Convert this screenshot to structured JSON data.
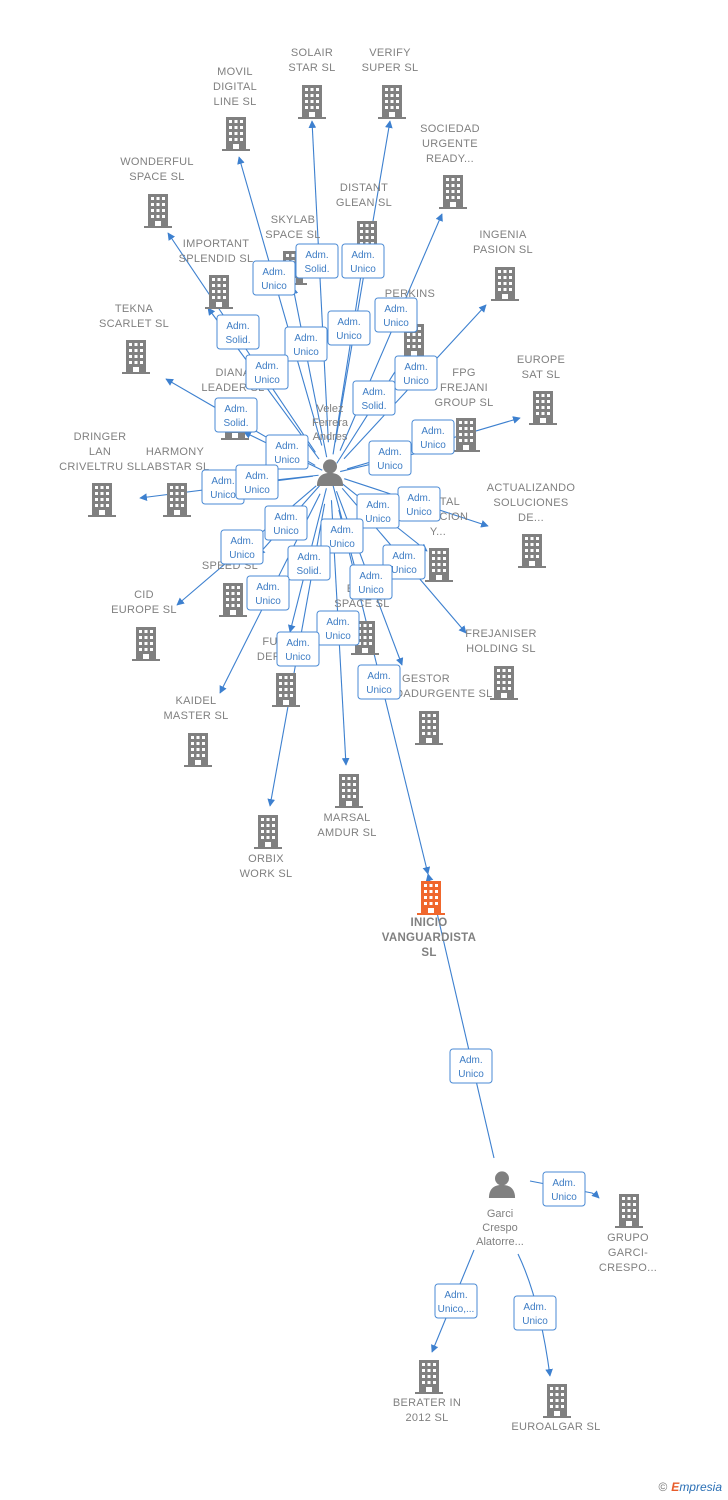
{
  "colors": {
    "edge": "#3d80cf",
    "label_border": "#4a8ad4",
    "label_text": "#3d7cc4",
    "company": "#808080",
    "company_focus": "#f0672d",
    "person": "#808080",
    "node_text": "#808080"
  },
  "center_person": {
    "name": "Velez\nFerrera\nAndres",
    "icon": "person-icon"
  },
  "companies": [
    {
      "id": "solair",
      "name": "SOLAIR\nSTAR SL"
    },
    {
      "id": "verify",
      "name": "VERIFY\nSUPER SL"
    },
    {
      "id": "movil",
      "name": "MOVIL\nDIGITAL\nLINE SL"
    },
    {
      "id": "sociedad",
      "name": "SOCIEDAD\nURGENTE\nREADY..."
    },
    {
      "id": "wonderful",
      "name": "WONDERFUL\nSPACE SL"
    },
    {
      "id": "distant",
      "name": "DISTANT\nGLEAN SL"
    },
    {
      "id": "skylab",
      "name": "SKYLAB\nSPACE SL"
    },
    {
      "id": "ingenia",
      "name": "INGENIA\nPASION SL"
    },
    {
      "id": "important",
      "name": "IMPORTANT\nSPLENDID SL"
    },
    {
      "id": "perkins",
      "name": "PERKINS\nSL"
    },
    {
      "id": "tekna",
      "name": "TEKNA\nSCARLET SL"
    },
    {
      "id": "europe_sat",
      "name": "EUROPE\nSAT SL"
    },
    {
      "id": "diana",
      "name": "DIANA\nLEADER SL"
    },
    {
      "id": "fpg",
      "name": "FPG\nFREJANI\nGROUP SL"
    },
    {
      "id": "dringer",
      "name": "DRINGER\nLAN\nCRIVELTRU SL"
    },
    {
      "id": "harmony",
      "name": "HARMONY\nLABSTAR SL"
    },
    {
      "id": "actualizando",
      "name": "ACTUALIZANDO\nSOLUCIONES\nDE..."
    },
    {
      "id": "digital",
      "name": "DIGITAL\nCREACION\nY..."
    },
    {
      "id": "lspeed",
      "name": "L...\nSPEED SL"
    },
    {
      "id": "cid",
      "name": "CID\nEUROPE SL"
    },
    {
      "id": "efficient",
      "name": "EFF...\nSPACE SL"
    },
    {
      "id": "frejaniser",
      "name": "FREJANISER\nHOLDING SL"
    },
    {
      "id": "future",
      "name": "FU...\nDEFI..."
    },
    {
      "id": "gestor",
      "name": "GESTOR\nSOCIEDADURGENTE SL"
    },
    {
      "id": "kaidel",
      "name": "KAIDEL\nMASTER SL"
    },
    {
      "id": "marsal",
      "name": "MARSAL\nAMDUR SL"
    },
    {
      "id": "orbix",
      "name": "ORBIX\nWORK SL"
    },
    {
      "id": "inicio",
      "name": "INICIO\nVANGUARDISTA\nSL",
      "focus": true
    },
    {
      "id": "grupo",
      "name": "GRUPO\nGARCI-\nCRESPO..."
    },
    {
      "id": "berater",
      "name": "BERATER IN\n2012 SL"
    },
    {
      "id": "euroalgar",
      "name": "EUROALGAR SL"
    }
  ],
  "second_person": {
    "name": "Garci\nCrespo\nAlatorre...",
    "icon": "person-icon"
  },
  "relations": [
    {
      "to": "solair",
      "label": "Adm.\nSolid."
    },
    {
      "to": "verify",
      "label": "Adm.\nUnico"
    },
    {
      "to": "movil",
      "label": "Adm.\nUnico"
    },
    {
      "to": "sociedad",
      "label": "Adm.\nUnico"
    },
    {
      "to": "wonderful",
      "label": "Adm.\nSolid."
    },
    {
      "to": "distant",
      "label": "Adm.\nUnico"
    },
    {
      "to": "skylab",
      "label": "Adm.\nUnico"
    },
    {
      "to": "ingenia",
      "label": "Adm.\nUnico"
    },
    {
      "to": "important",
      "label": "Adm.\nUnico"
    },
    {
      "to": "perkins",
      "label": "Adm.\nSolid."
    },
    {
      "to": "tekna",
      "label": "Adm.\nSolid."
    },
    {
      "to": "europe_sat",
      "label": "Adm.\nUnico"
    },
    {
      "to": "diana",
      "label": "Adm.\nUnico"
    },
    {
      "to": "fpg",
      "label": "Adm.\nUnico"
    },
    {
      "to": "dringer",
      "label": "Adm.\nUnico"
    },
    {
      "to": "harmony",
      "label": "Adm.\nUnico"
    },
    {
      "to": "actualizando",
      "label": "Adm.\nUnico"
    },
    {
      "to": "digital",
      "label": "Adm.\nUnico"
    },
    {
      "to": "lspeed",
      "label": "Adm.\nUnico"
    },
    {
      "to": "cid",
      "label": "Adm.\nUnico"
    },
    {
      "to": "efficient",
      "label": "Adm.\nUnico"
    },
    {
      "to": "frejaniser",
      "label": "Adm.\nUnico"
    },
    {
      "to": "future",
      "label": "Adm.\nSolid."
    },
    {
      "to": "gestor",
      "label": "Adm.\nUnico"
    },
    {
      "to": "kaidel",
      "label": "Adm.\nUnico"
    },
    {
      "to": "marsal",
      "label": "Adm.\nUnico"
    },
    {
      "to": "orbix",
      "label": "Adm.\nUnico"
    },
    {
      "to": "inicio",
      "label": "Adm.\nUnico"
    }
  ],
  "second_relations": [
    {
      "to": "inicio",
      "label": "Adm.\nUnico"
    },
    {
      "to": "grupo",
      "label": "Adm.\nUnico"
    },
    {
      "to": "berater",
      "label": "Adm.\nUnico,..."
    },
    {
      "to": "euroalgar",
      "label": "Adm.\nUnico"
    }
  ],
  "footer": {
    "copyright": "©",
    "brand_first": "E",
    "brand_rest": "mpresia"
  }
}
